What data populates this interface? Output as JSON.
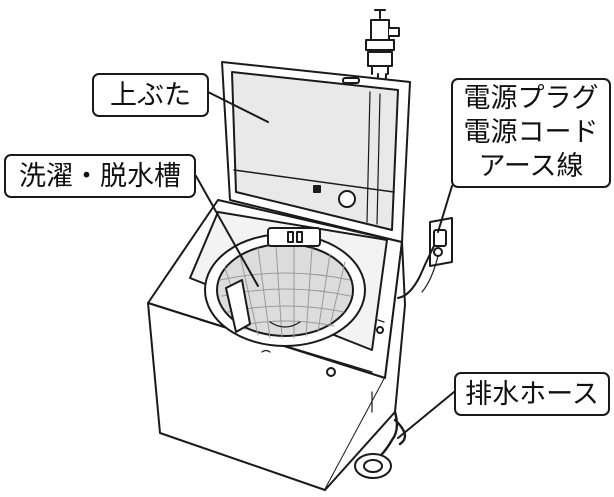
{
  "callouts": {
    "lid": "上ぶた",
    "tub": "洗濯・脱水槽",
    "power_plug": "電源プラグ",
    "power_cord": "電源コード",
    "ground_wire": "アース線",
    "drain_hose": "排水ホース"
  },
  "colors": {
    "outline": "#1a1a1a",
    "body": "#ffffff",
    "glass": "#e9e9e9",
    "mesh": "#d6d6d6"
  }
}
